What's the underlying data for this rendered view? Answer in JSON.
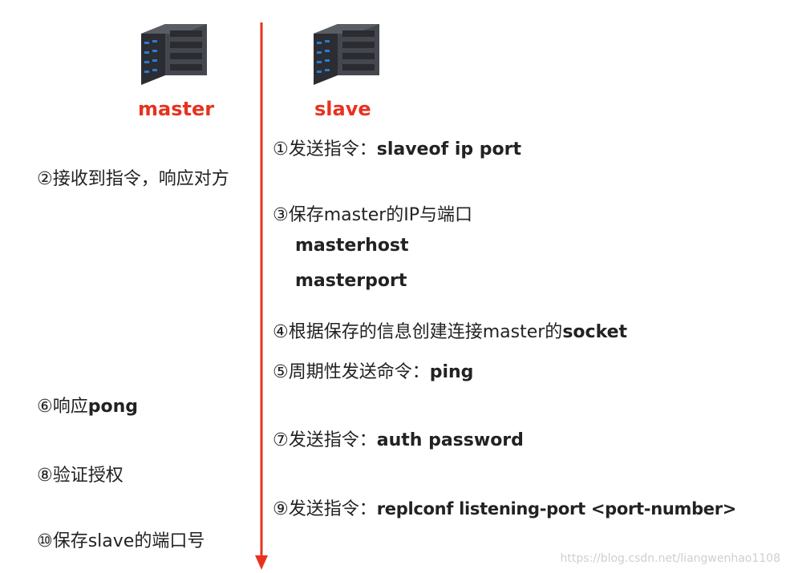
{
  "roles": {
    "master": "master",
    "slave": "slave"
  },
  "colors": {
    "arrow": "#e8321e",
    "role_label": "#e8321e",
    "server_body": "#3a3c42"
  },
  "icons": {
    "master_server": "server-rack-icon",
    "slave_server": "server-rack-icon"
  },
  "steps": {
    "s1": {
      "text": "①发送指令：",
      "bold": "slaveof  ip  port"
    },
    "s2": {
      "text": "②接收到指令，响应对方"
    },
    "s3": {
      "text": "③保存master的IP与端口"
    },
    "s3_host": {
      "bold": "masterhost"
    },
    "s3_port": {
      "bold": "masterport"
    },
    "s4": {
      "text": "④根据保存的信息创建连接master的",
      "bold": "socket"
    },
    "s5": {
      "text": "⑤周期性发送命令：",
      "bold": "ping"
    },
    "s6": {
      "text": "⑥响应",
      "bold": "pong"
    },
    "s7": {
      "text": "⑦发送指令：",
      "bold": "auth  password"
    },
    "s8": {
      "text": "⑧验证授权"
    },
    "s9": {
      "text": "⑨发送指令：",
      "bold": "replconf listening-port <port-number>"
    },
    "s10": {
      "text": "⑩保存slave的端口号"
    }
  },
  "watermark": "https://blog.csdn.net/liangwenhao1108"
}
